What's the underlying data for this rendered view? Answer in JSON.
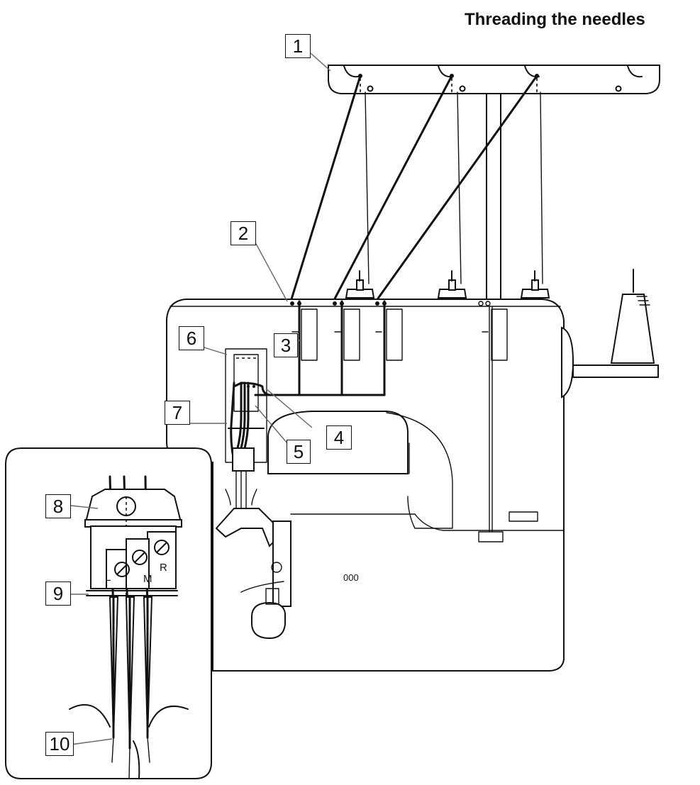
{
  "title": "Threading the needles",
  "callouts": [
    "1",
    "2",
    "3",
    "4",
    "5",
    "6",
    "7",
    "8",
    "9",
    "10"
  ],
  "needle_letters": [
    "L",
    "M",
    "R"
  ],
  "panel_mark": "000"
}
